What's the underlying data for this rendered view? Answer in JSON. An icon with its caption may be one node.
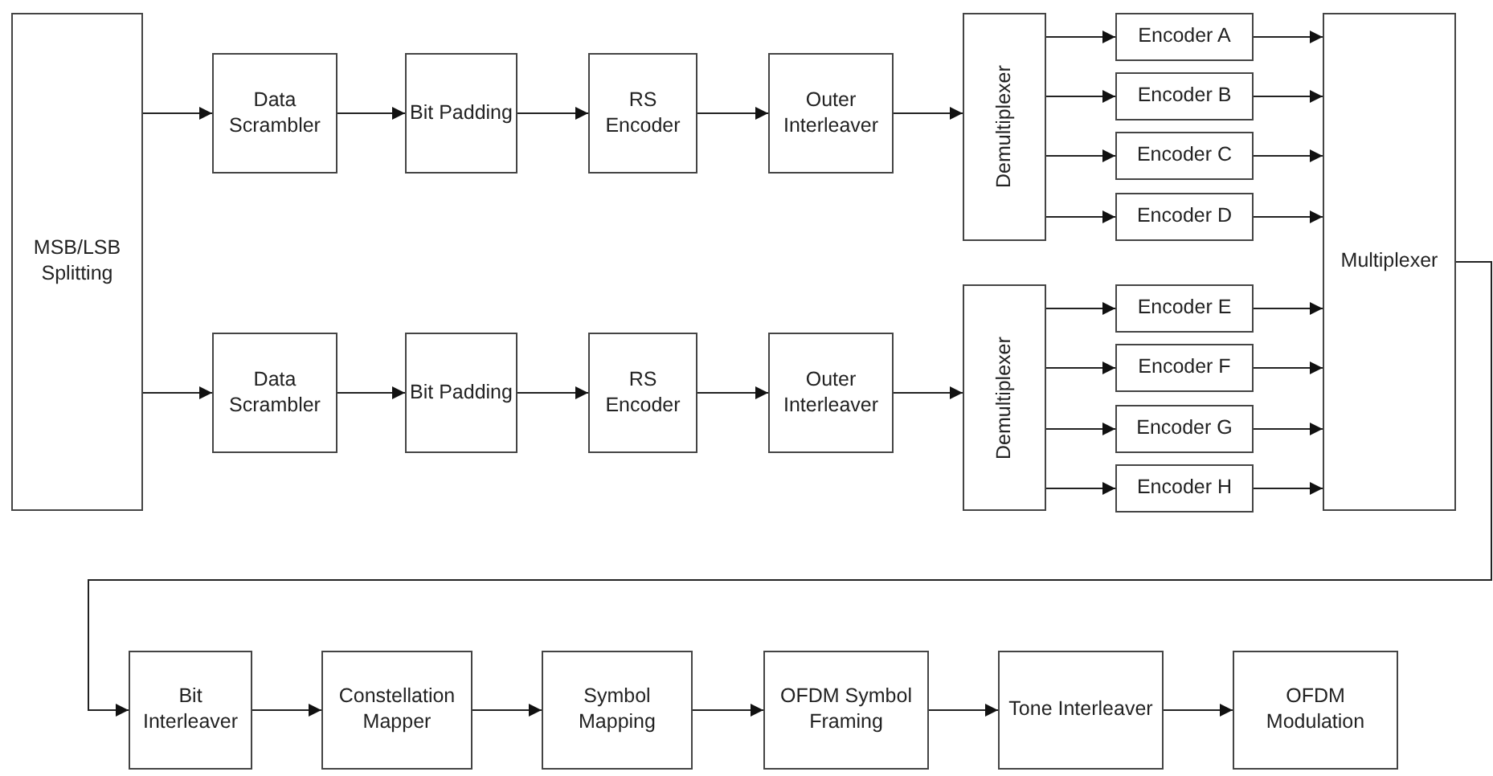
{
  "diagram": {
    "nodes": [
      {
        "text": [
          "MSB/LSB Splitting"
        ]
      },
      {
        "text": [
          "Data Scrambler"
        ]
      },
      {
        "text": [
          "Bit Padding"
        ]
      },
      {
        "text": [
          "RS Encoder"
        ]
      },
      {
        "text": [
          "Outer Interleaver"
        ]
      },
      {
        "text": [
          "Demultiplexer"
        ]
      },
      {
        "text": [
          "Encoder A"
        ]
      },
      {
        "text": [
          "Encoder B"
        ]
      },
      {
        "text": [
          "Encoder C"
        ]
      },
      {
        "text": [
          "Encoder D"
        ]
      },
      {
        "text": [
          "Multiplexer"
        ]
      },
      {
        "text": [
          "Data Scrambler"
        ]
      },
      {
        "text": [
          "Bit Padding"
        ]
      },
      {
        "text": [
          "RS Encoder"
        ]
      },
      {
        "text": [
          "Outer Interleaver"
        ]
      },
      {
        "text": [
          "Demultiplexer"
        ]
      },
      {
        "text": [
          "Encoder E"
        ]
      },
      {
        "text": [
          "Encoder F"
        ]
      },
      {
        "text": [
          "Encoder G"
        ]
      },
      {
        "text": [
          "Encoder H"
        ]
      },
      {
        "text": [
          "Bit Interleaver"
        ]
      },
      {
        "text": [
          "Constellation Mapper"
        ]
      },
      {
        "text": [
          "Symbol Mapping"
        ]
      },
      {
        "text": [
          "OFDM Symbol Framing"
        ]
      },
      {
        "text": [
          "Tone Interleaver"
        ]
      },
      {
        "text": [
          "OFDM Modulation"
        ]
      }
    ],
    "edges": [
      {
        "from": 0,
        "to": 1,
        "arrow": "to"
      },
      {
        "from": 1,
        "to": 2,
        "arrow": "to"
      },
      {
        "from": 2,
        "to": 3,
        "arrow": "to"
      },
      {
        "from": 3,
        "to": 4,
        "arrow": "to"
      },
      {
        "from": 4,
        "to": 5,
        "arrow": "to"
      },
      {
        "from": 5,
        "to": 6,
        "arrow": "to"
      },
      {
        "from": 5,
        "to": 7,
        "arrow": "to"
      },
      {
        "from": 5,
        "to": 8,
        "arrow": "to"
      },
      {
        "from": 5,
        "to": 9,
        "arrow": "to"
      },
      {
        "from": 6,
        "to": 10,
        "arrow": "to"
      },
      {
        "from": 7,
        "to": 10,
        "arrow": "to"
      },
      {
        "from": 8,
        "to": 10,
        "arrow": "to"
      },
      {
        "from": 9,
        "to": 10,
        "arrow": "to"
      },
      {
        "from": 0,
        "to": 11,
        "arrow": "to"
      },
      {
        "from": 11,
        "to": 12,
        "arrow": "to"
      },
      {
        "from": 12,
        "to": 13,
        "arrow": "to"
      },
      {
        "from": 13,
        "to": 14,
        "arrow": "to"
      },
      {
        "from": 14,
        "to": 15,
        "arrow": "to"
      },
      {
        "from": 15,
        "to": 16,
        "arrow": "to"
      },
      {
        "from": 15,
        "to": 17,
        "arrow": "to"
      },
      {
        "from": 15,
        "to": 18,
        "arrow": "to"
      },
      {
        "from": 15,
        "to": 19,
        "arrow": "to"
      },
      {
        "from": 16,
        "to": 10,
        "arrow": "to"
      },
      {
        "from": 17,
        "to": 10,
        "arrow": "to"
      },
      {
        "from": 18,
        "to": 10,
        "arrow": "to"
      },
      {
        "from": 19,
        "to": 10,
        "arrow": "to"
      },
      {
        "from": 10,
        "to": 20,
        "arrow": "to"
      },
      {
        "from": 20,
        "to": 21,
        "arrow": "to"
      },
      {
        "from": 21,
        "to": 22,
        "arrow": "to"
      },
      {
        "from": 22,
        "to": 23,
        "arrow": "to"
      },
      {
        "from": 23,
        "to": 24,
        "arrow": "to"
      },
      {
        "from": 24,
        "to": 25,
        "arrow": "to"
      }
    ]
  }
}
